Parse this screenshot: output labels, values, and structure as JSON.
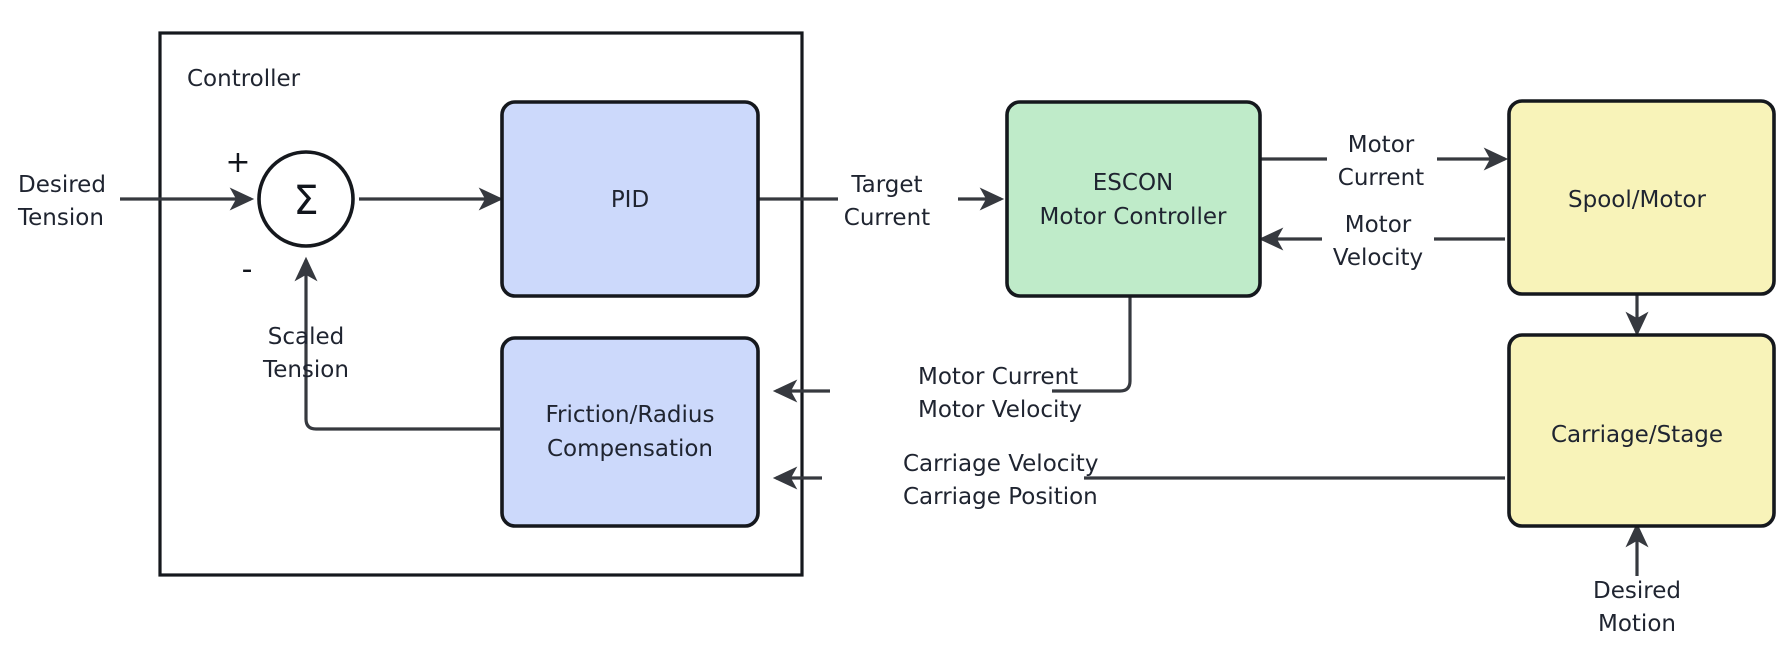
{
  "diagram": {
    "title": "Tension control system block diagram",
    "background": "#ffffff",
    "groups": [
      {
        "id": "controller",
        "label": "Controller"
      }
    ],
    "colors": {
      "block_blue": "#ccd9fb",
      "block_green": "#bfebc9",
      "block_yellow": "#f8f3b9",
      "stroke": "#15181d",
      "wire": "#36393f",
      "text": "#1f2430"
    },
    "nodes": [
      {
        "id": "sum",
        "shape": "circle",
        "symbol": "Σ",
        "plus_sign": "+",
        "minus_sign": "-"
      },
      {
        "id": "pid",
        "shape": "rounded-rect",
        "color": "#ccd9fb",
        "lines": [
          "PID"
        ]
      },
      {
        "id": "friction",
        "shape": "rounded-rect",
        "color": "#ccd9fb",
        "lines": [
          "Friction/Radius",
          "Compensation"
        ]
      },
      {
        "id": "escon",
        "shape": "rounded-rect",
        "color": "#bfebc9",
        "lines": [
          "ESCON",
          "Motor Controller"
        ]
      },
      {
        "id": "spool",
        "shape": "rounded-rect",
        "color": "#f8f3b9",
        "lines": [
          "Spool/Motor"
        ]
      },
      {
        "id": "carriage",
        "shape": "rounded-rect",
        "color": "#f8f3b9",
        "lines": [
          "Carriage/Stage"
        ]
      }
    ],
    "edge_labels": [
      {
        "id": "desired-tension",
        "lines": [
          "Desired",
          "Tension"
        ]
      },
      {
        "id": "scaled-tension",
        "lines": [
          "Scaled",
          "Tension"
        ]
      },
      {
        "id": "target-current",
        "lines": [
          "Target",
          "Current"
        ]
      },
      {
        "id": "motor-current",
        "lines": [
          "Motor",
          "Current"
        ]
      },
      {
        "id": "motor-velocity",
        "lines": [
          "Motor",
          "Velocity"
        ]
      },
      {
        "id": "motor-feedback",
        "lines": [
          "Motor Current",
          "Motor Velocity"
        ]
      },
      {
        "id": "carriage-feedback",
        "lines": [
          "Carriage Velocity",
          "Carriage Position"
        ]
      },
      {
        "id": "desired-motion",
        "lines": [
          "Desired",
          "Motion"
        ]
      }
    ]
  }
}
